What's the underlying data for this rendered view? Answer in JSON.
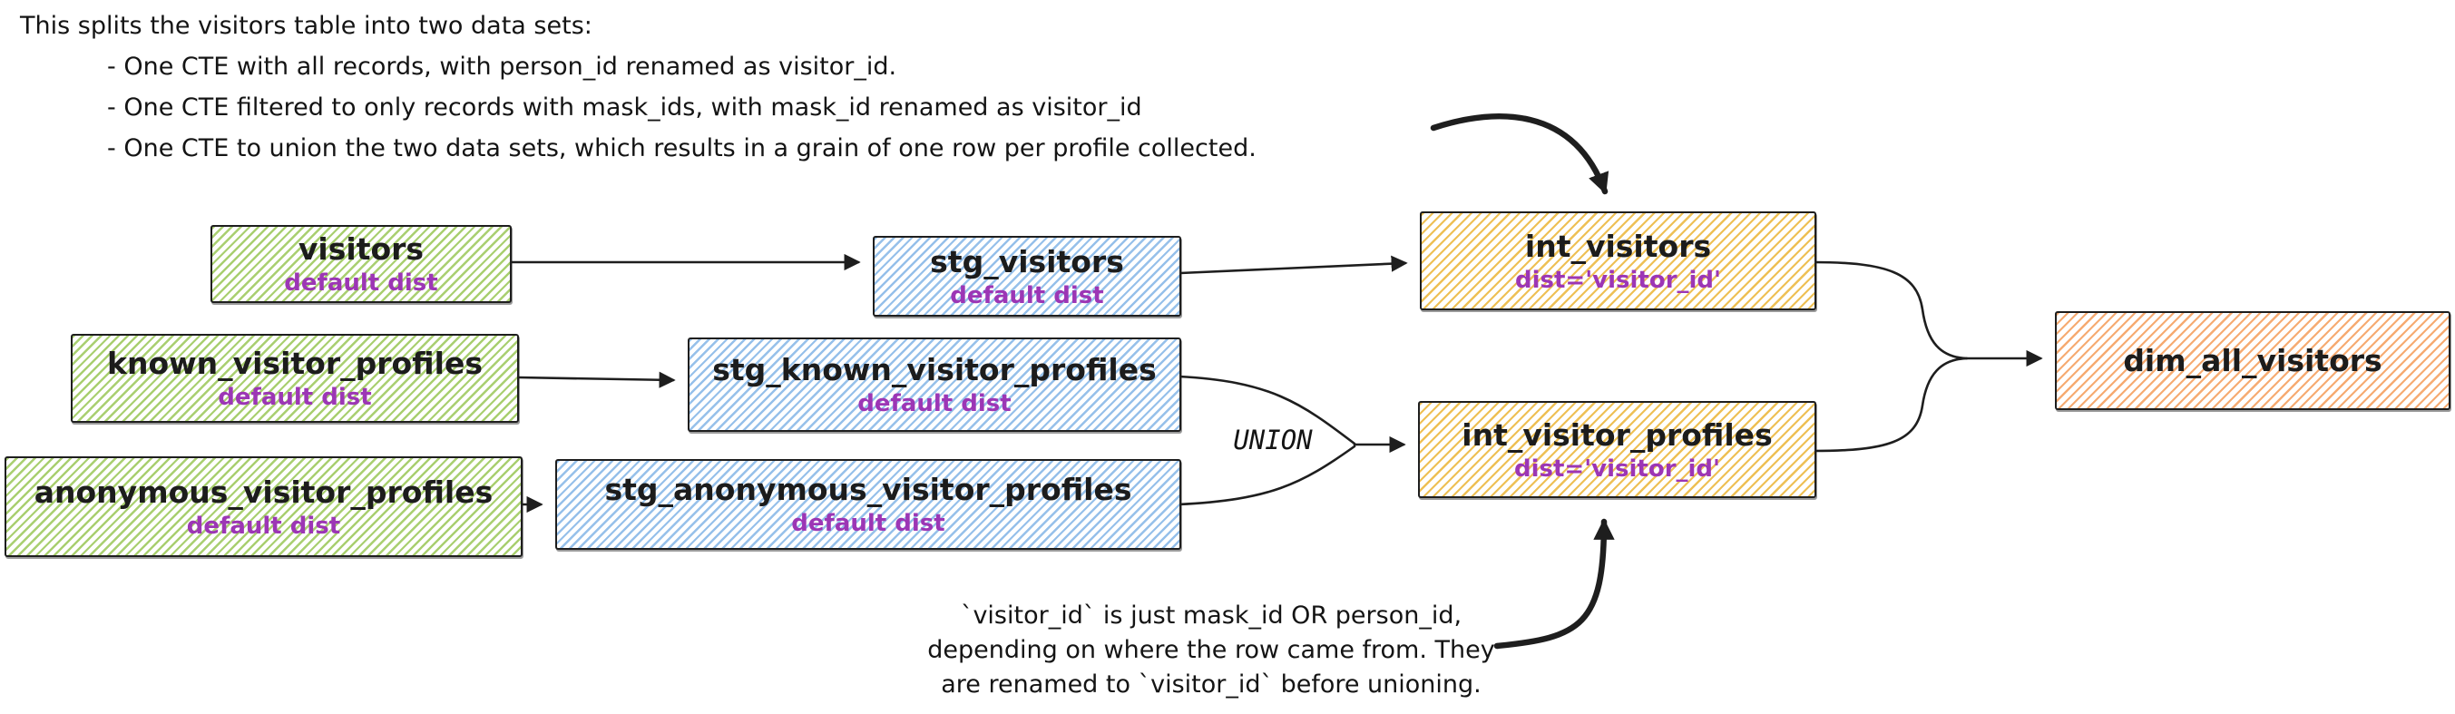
{
  "annotations": {
    "top": {
      "line1": "This splits the visitors table into two data sets:",
      "bullets": [
        "- One CTE with all records, with person_id renamed as visitor_id.",
        "- One CTE filtered to only records with mask_ids, with mask_id renamed as visitor_id",
        "- One CTE to union the two data sets, which results in a grain of one row per profile collected."
      ]
    },
    "bottom": {
      "line1": "`visitor_id` is just mask_id OR person_id,",
      "line2": "depending on where the row came from. They",
      "line3": "are renamed to `visitor_id` before unioning."
    },
    "union_label": "UNION"
  },
  "nodes": {
    "visitors": {
      "title": "visitors",
      "subtitle": "default dist"
    },
    "stg_visitors": {
      "title": "stg_visitors",
      "subtitle": "default dist"
    },
    "int_visitors": {
      "title": "int_visitors",
      "subtitle": "dist='visitor_id'"
    },
    "known_visitor_profiles": {
      "title": "known_visitor_profiles",
      "subtitle": "default dist"
    },
    "stg_known_visitor_profiles": {
      "title": "stg_known_visitor_profiles",
      "subtitle": "default dist"
    },
    "anonymous_visitor_profiles": {
      "title": "anonymous_visitor_profiles",
      "subtitle": "default dist"
    },
    "stg_anonymous_visitor_profiles": {
      "title": "stg_anonymous_visitor_profiles",
      "subtitle": "default dist"
    },
    "int_visitor_profiles": {
      "title": "int_visitor_profiles",
      "subtitle": "dist='visitor_id'"
    },
    "dim_all_visitors": {
      "title": "dim_all_visitors",
      "subtitle": ""
    }
  },
  "colors": {
    "source_green": "#a9cf70",
    "staging_blue": "#96c0ea",
    "intermediate_yellow": "#eec055",
    "dim_orange": "#f6ab72",
    "subtitle_purple": "#9c36b5",
    "stroke_dark": "#1e1e1e"
  }
}
